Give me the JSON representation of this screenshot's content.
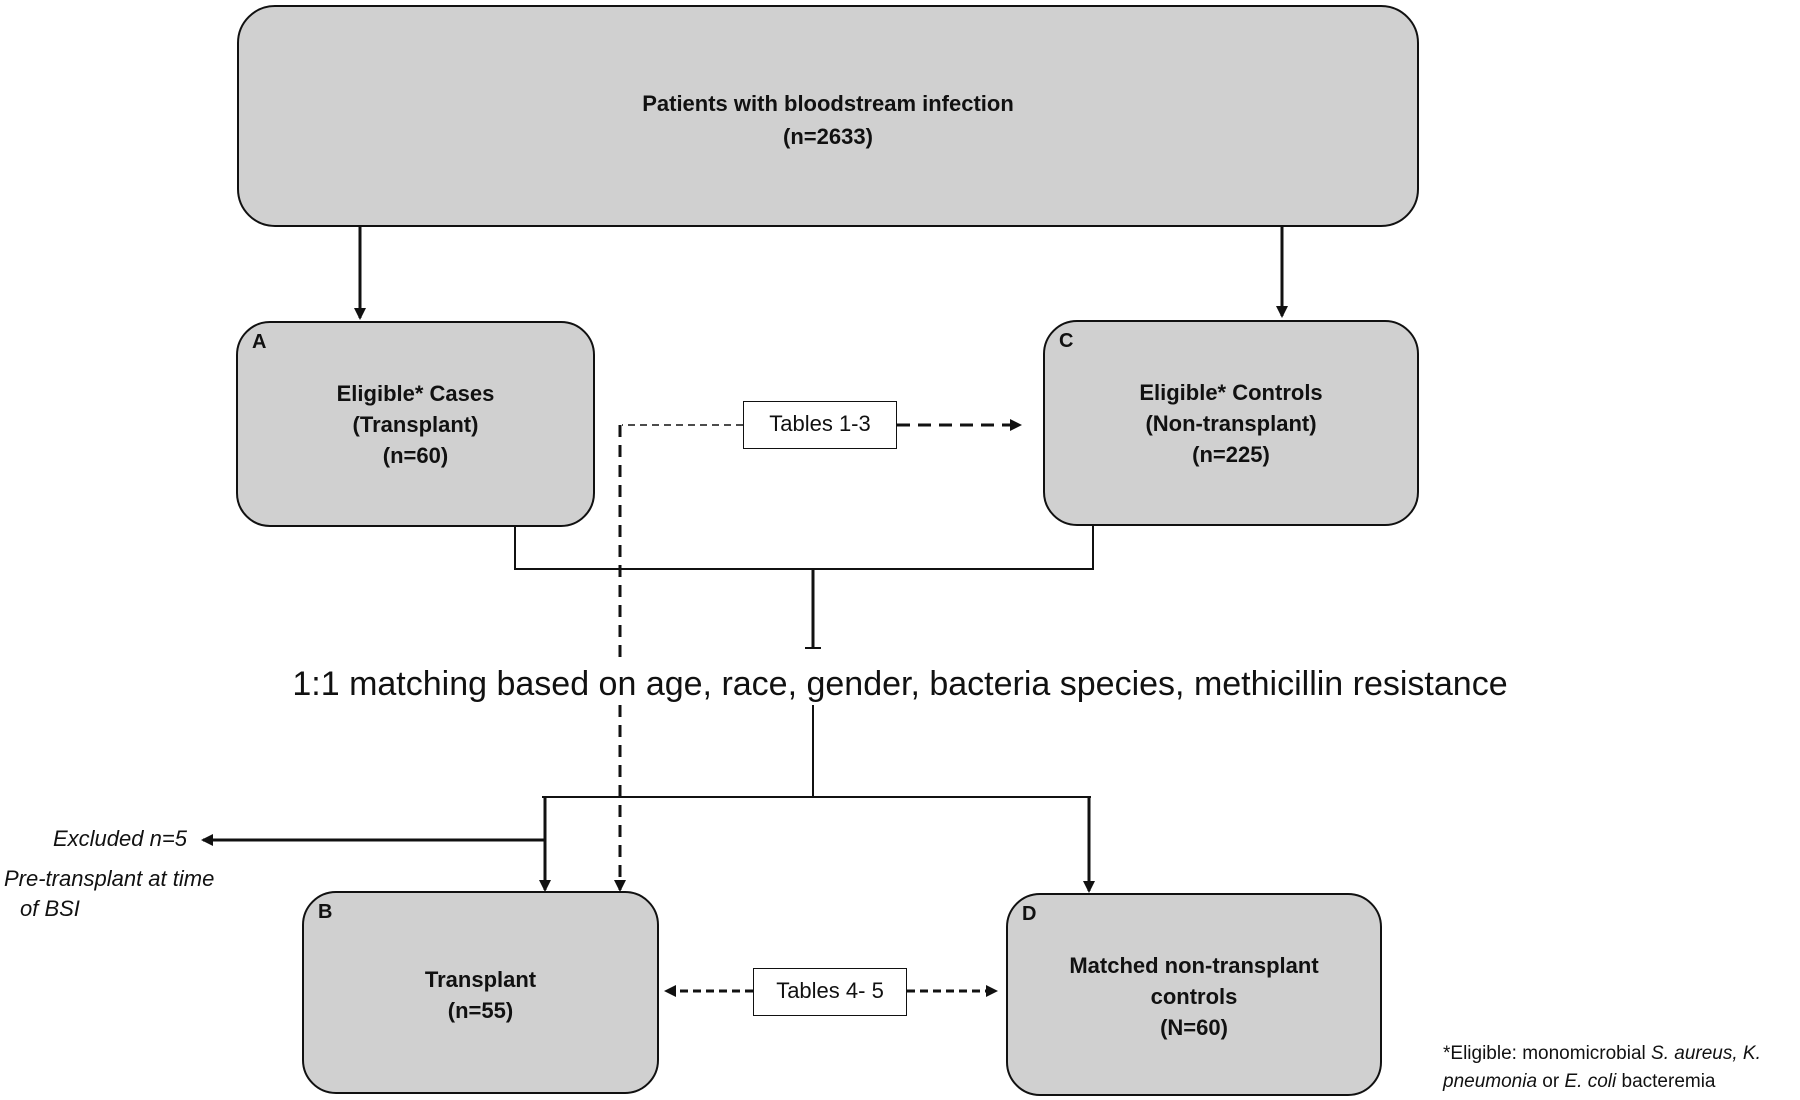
{
  "top_box": {
    "title": "Patients with bloodstream infection",
    "count": "(n=2633)"
  },
  "box_a": {
    "label": "A",
    "line1": "Eligible* Cases",
    "line2": "(Transplant)",
    "line3": "(n=60)"
  },
  "box_c": {
    "label": "C",
    "line1": "Eligible* Controls",
    "line2": "(Non-transplant)",
    "line3": "(n=225)"
  },
  "tables_1_3": "Tables 1-3",
  "matching_text": "1:1 matching based on age, race, gender, bacteria species, methicillin resistance",
  "excluded": {
    "count": "Excluded n=5",
    "reason_line1": "Pre-transplant at time",
    "reason_line2": "of BSI"
  },
  "box_b": {
    "label": "B",
    "line1": "Transplant",
    "line2": "(n=55)"
  },
  "box_d": {
    "label": "D",
    "line1": "Matched non-transplant",
    "line2": "controls",
    "line3": "(N=60)"
  },
  "tables_4_5": "Tables 4- 5",
  "footnote": {
    "prefix": "*Eligible: monomicrobial ",
    "species1": "S. aureus, K.",
    "species2": "pneumonia",
    "conj": " or ",
    "species3": "E. coli",
    "suffix": " bacteremia"
  }
}
